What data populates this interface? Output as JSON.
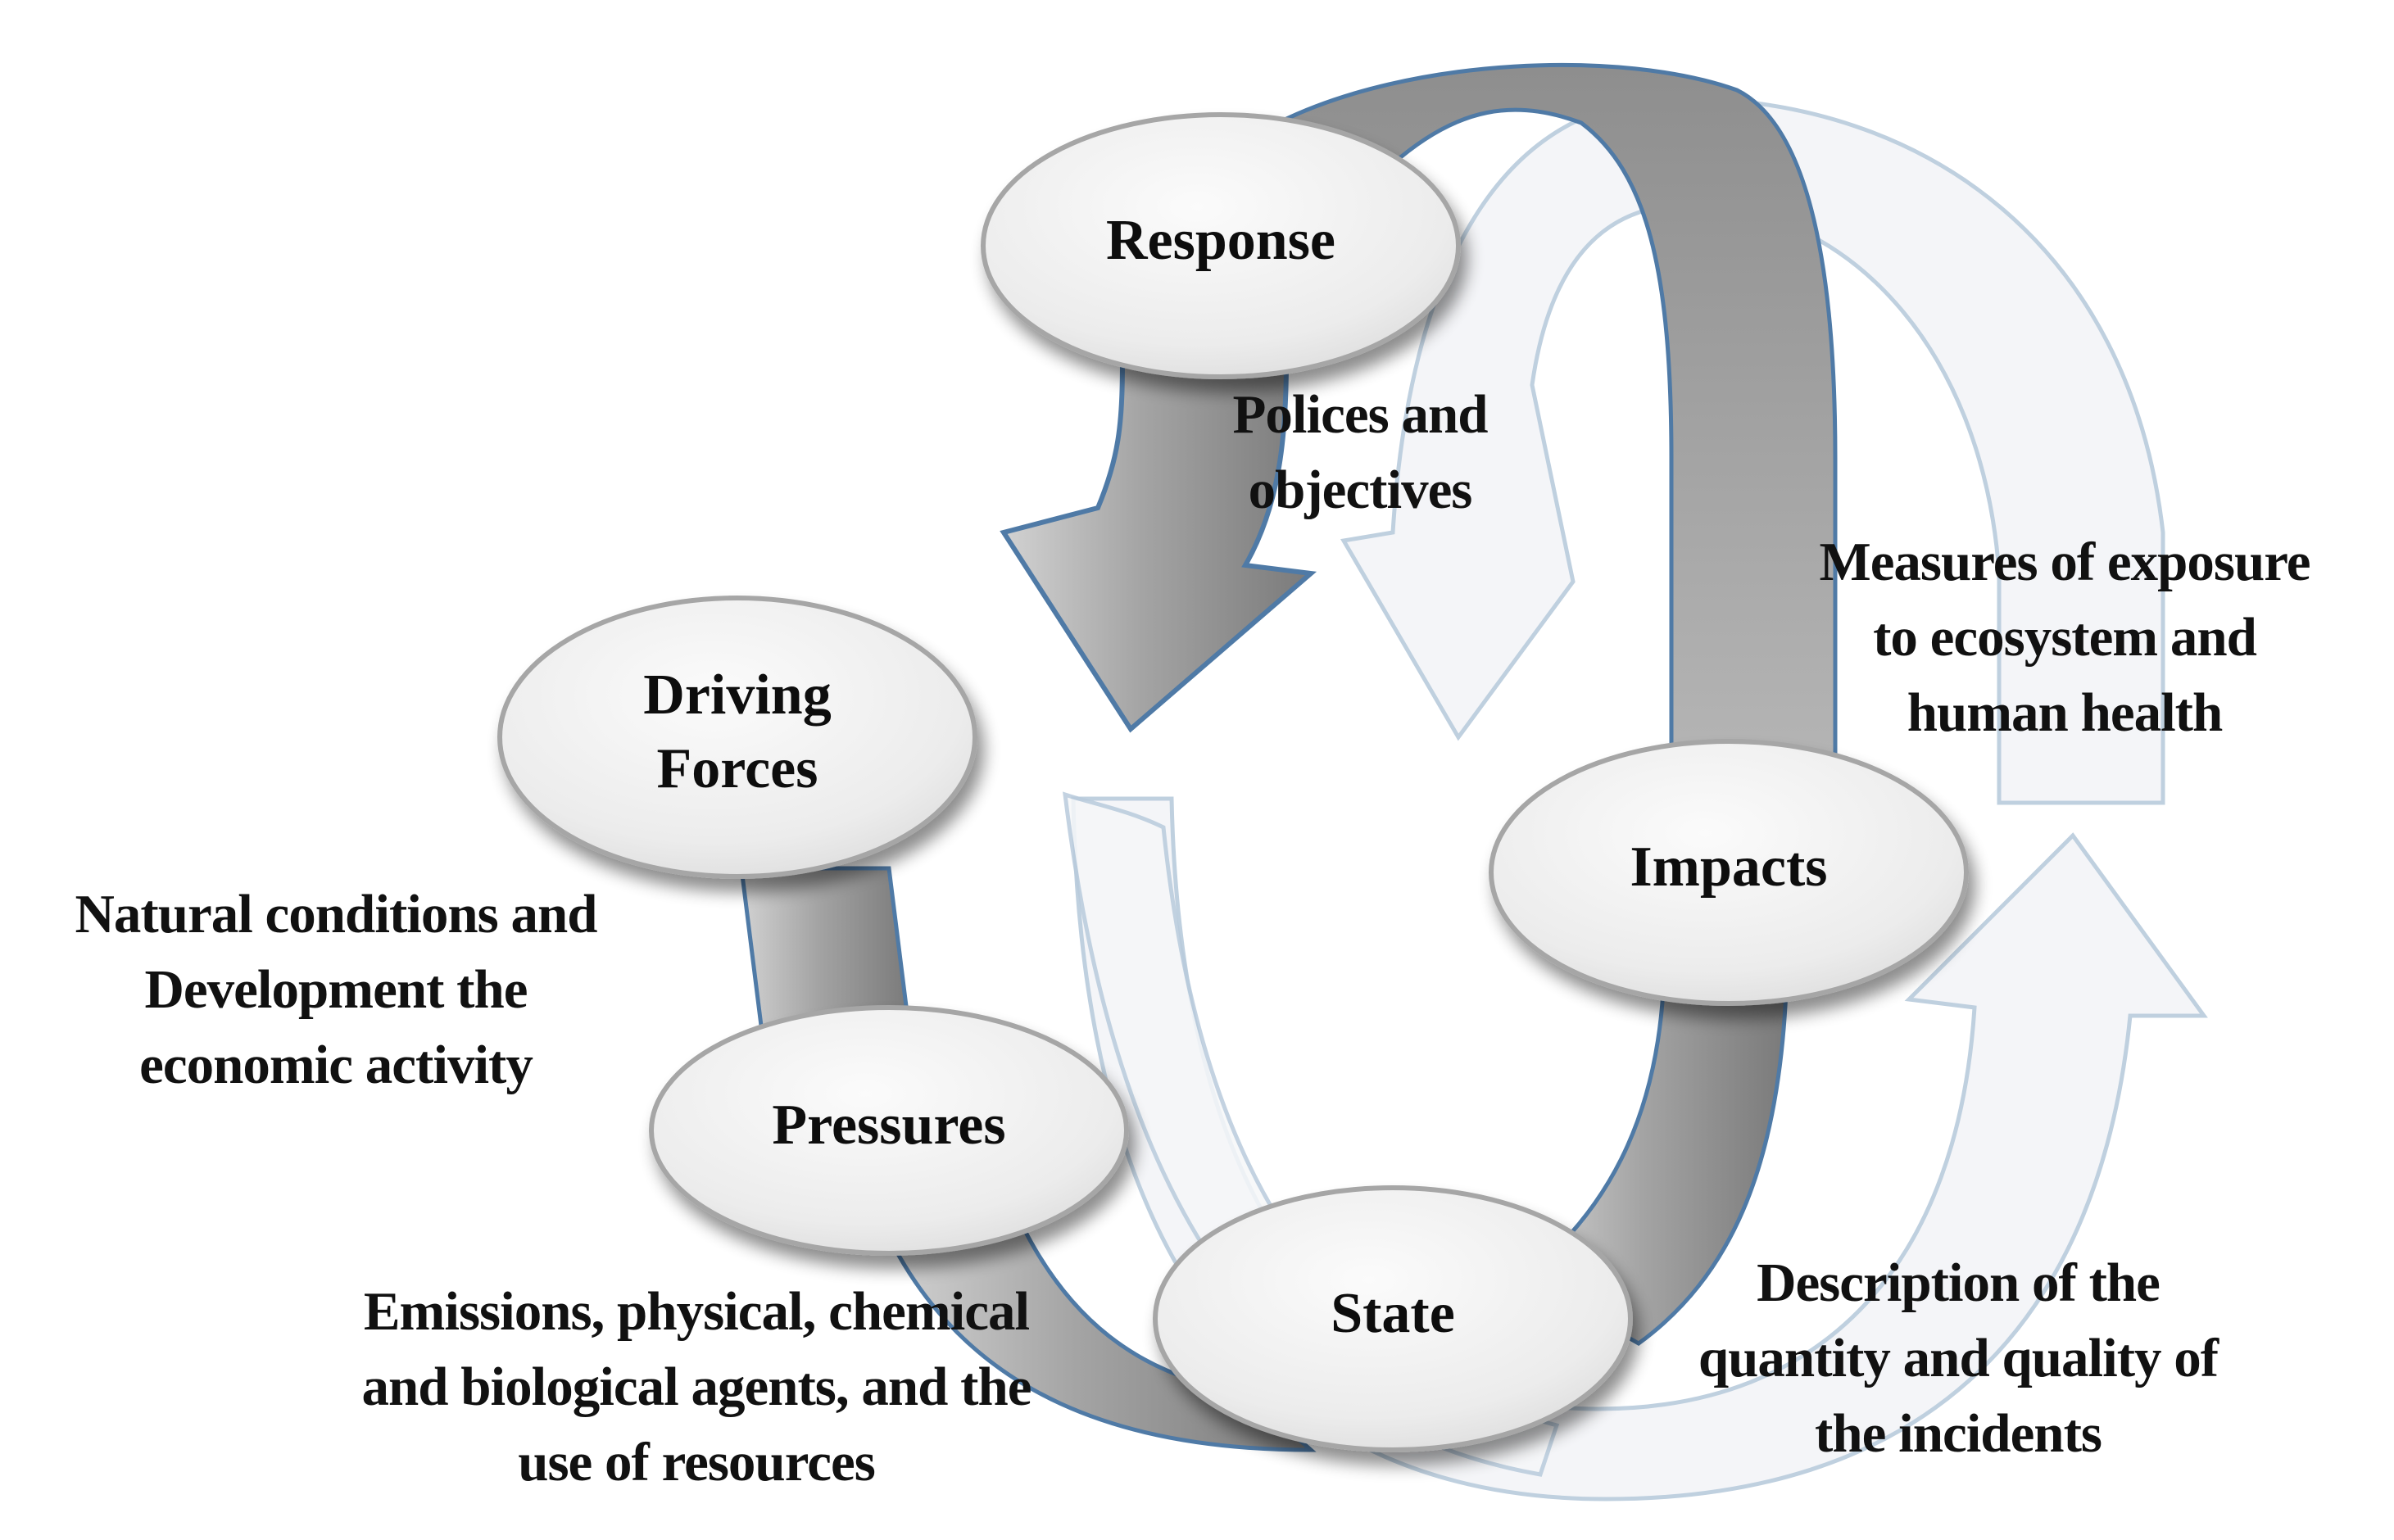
{
  "nodes": {
    "response": "Response",
    "driving_forces": [
      "Driving",
      "Forces"
    ],
    "pressures": "Pressures",
    "state": "State",
    "impacts": "Impacts"
  },
  "descriptions": {
    "response": [
      "Polices and",
      "objectives"
    ],
    "impacts": [
      "Measures of exposure",
      "to ecosystem and",
      "human health"
    ],
    "driving_forces": [
      "Natural conditions and",
      "Development the",
      "economic activity"
    ],
    "pressures": [
      "Emissions, physical, chemical",
      "and biological agents, and the",
      "use of resources"
    ],
    "state": [
      "Description of the",
      "quantity and quality of",
      "the incidents"
    ]
  },
  "colors": {
    "arrow_fill": "#a8a8a8",
    "arrow_outline": "#4f7aa6",
    "ghost_fill": "#f3f5f8",
    "ghost_outline": "#b9cbdc",
    "node_fill": "#ececec",
    "node_outline": "#a6a6a6"
  }
}
